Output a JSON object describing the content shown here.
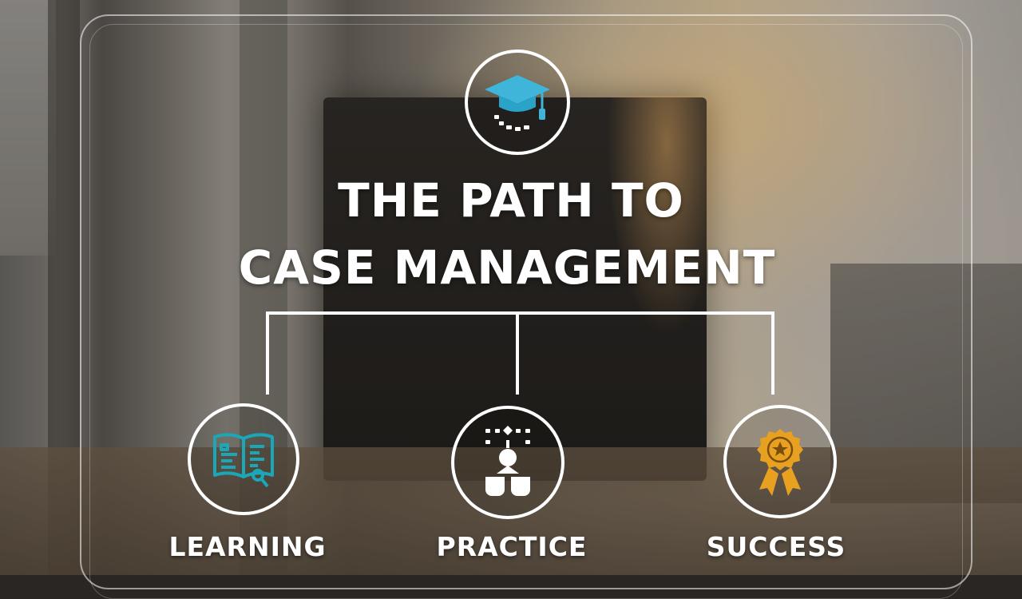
{
  "title": {
    "line1": "THE PATH TO",
    "line2": "CASE MANAGEMENT"
  },
  "top_node": {
    "icon": "graduation-cap-icon"
  },
  "nodes": [
    {
      "label": "LEARNING",
      "icon": "book-icon",
      "icon_color": "#1aa7b8"
    },
    {
      "label": "PRACTICE",
      "icon": "flowchart-icon",
      "icon_color": "#ffffff"
    },
    {
      "label": "SUCCESS",
      "icon": "award-medal-icon",
      "icon_color": "#e8a020"
    }
  ],
  "colors": {
    "accent_teal": "#1aa7b8",
    "accent_gold": "#e8a020",
    "line": "#ffffff"
  }
}
